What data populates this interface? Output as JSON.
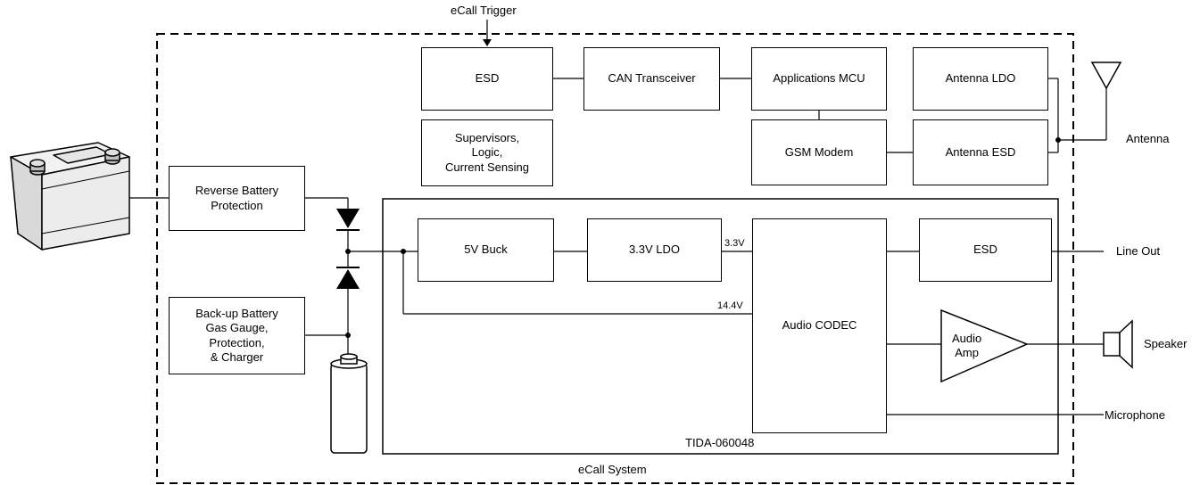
{
  "diagram": {
    "system_label": "eCall System",
    "trigger_label": "eCall Trigger",
    "design_label": "TIDA-060048",
    "blocks": {
      "esd_top": "ESD",
      "can": "CAN Transceiver",
      "mcu": "Applications MCU",
      "ant_ldo": "Antenna LDO",
      "supervisors": [
        "Supervisors,",
        "Logic,",
        "Current Sensing"
      ],
      "gsm": "GSM Modem",
      "ant_esd": "Antenna ESD",
      "rev_batt": [
        "Reverse Battery",
        "Protection"
      ],
      "backup": [
        "Back-up Battery",
        "Gas Gauge,",
        "Protection,",
        "& Charger"
      ],
      "buck": "5V Buck",
      "ldo": "3.3V LDO",
      "codec": "Audio CODEC",
      "esd_audio": "ESD",
      "amp": [
        "Audio",
        "Amp"
      ]
    },
    "signals": {
      "v33": "3.3V",
      "v144": "14.4V"
    },
    "externals": {
      "antenna": "Antenna",
      "line_out": "Line Out",
      "speaker": "Speaker",
      "microphone": "Microphone"
    },
    "icons": [
      "car-battery-icon",
      "cell-battery-icon",
      "diode-icon",
      "antenna-icon",
      "speaker-icon",
      "amplifier-icon"
    ]
  }
}
